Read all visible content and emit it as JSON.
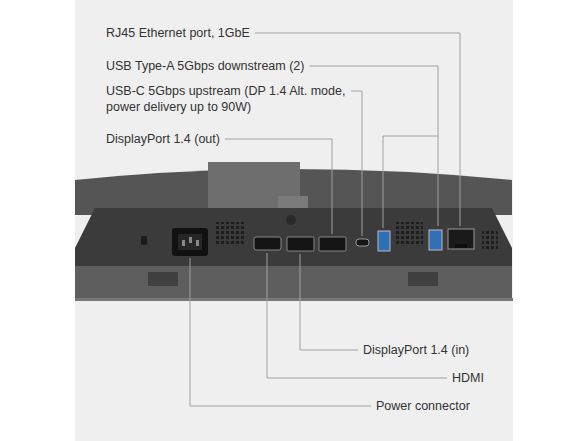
{
  "diagram": {
    "labels": [
      "RJ45 Ethernet port, 1GbE",
      "USB Type-A 5Gbps downstream (2)",
      "USB-C 5Gbps upstream (DP 1.4 Alt. mode, power delivery up to 90W)",
      "DisplayPort 1.4 (out)",
      "DisplayPort 1.4 (in)",
      "HDMI",
      "Power connector"
    ]
  }
}
